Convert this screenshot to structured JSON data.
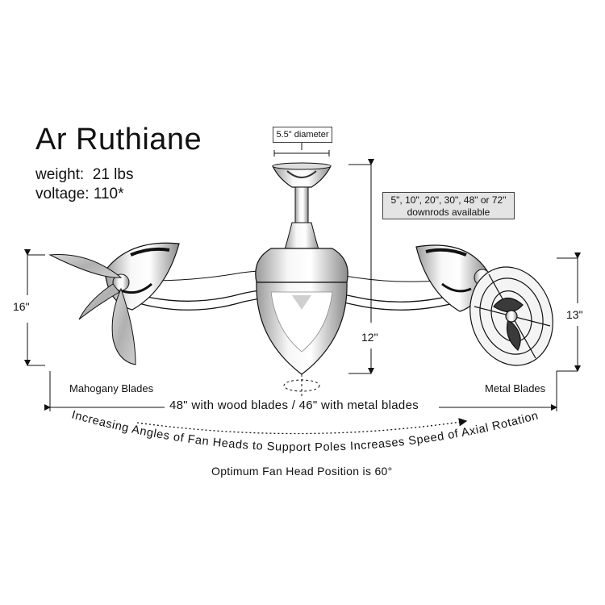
{
  "product": {
    "name": "Ar Ruthiane",
    "weight_line": "weight:  21 lbs",
    "voltage_line": "voltage: 110*"
  },
  "callouts": {
    "canopy_diameter": "5.5\" diameter",
    "downrods_line1": "5\", 10\", 20\", 30\", 48\" or 72\"",
    "downrods_line2": "downrods available"
  },
  "dimensions": {
    "left_height": "16\"",
    "center_height": "12\"",
    "right_height": "13\"",
    "width": "48\" with wood blades / 46\" with metal blades"
  },
  "labels": {
    "left_blades": "Mahogany Blades",
    "right_blades": "Metal Blades"
  },
  "notes": {
    "rotation_note": "Increasing Angles of Fan Heads to Support Poles Increases Speed of Axial Rotation",
    "optimum": "Optimum Fan Head Position is 60°"
  },
  "colors": {
    "line": "#111111",
    "chrome_light": "#f4f4f4",
    "chrome_dark": "#3a3a3a",
    "blade_wood": "#b9b9b9",
    "downrod_box_fill": "#e4e4e4"
  }
}
